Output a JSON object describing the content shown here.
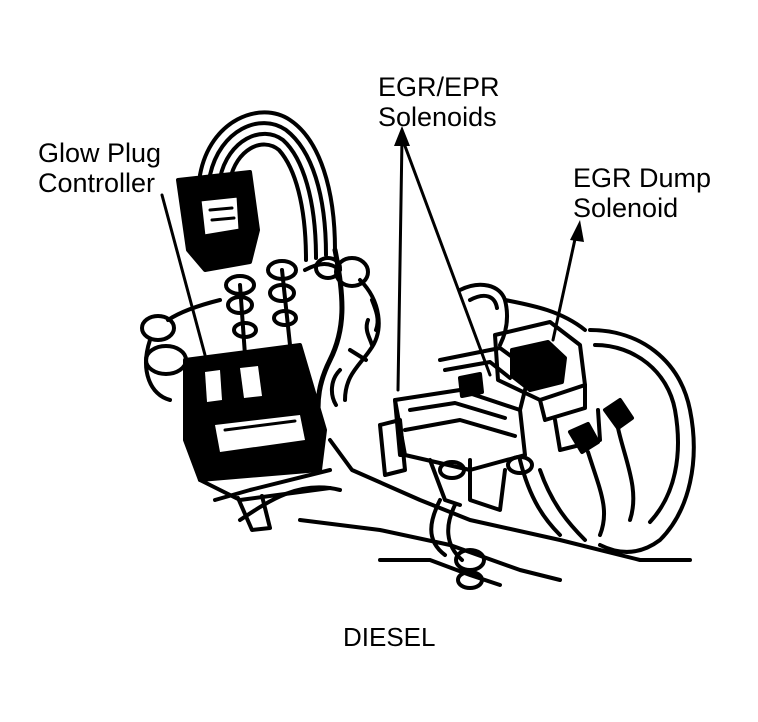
{
  "labels": {
    "glow_plug_controller": [
      "Glow Plug",
      "Controller"
    ],
    "egr_epr_solenoids": [
      "EGR/EPR",
      "Solenoids"
    ],
    "egr_dump_solenoid": [
      "EGR Dump",
      "Solenoid"
    ]
  },
  "caption": "DIESEL",
  "colors": {
    "ink": "#000000",
    "paper": "#ffffff"
  }
}
